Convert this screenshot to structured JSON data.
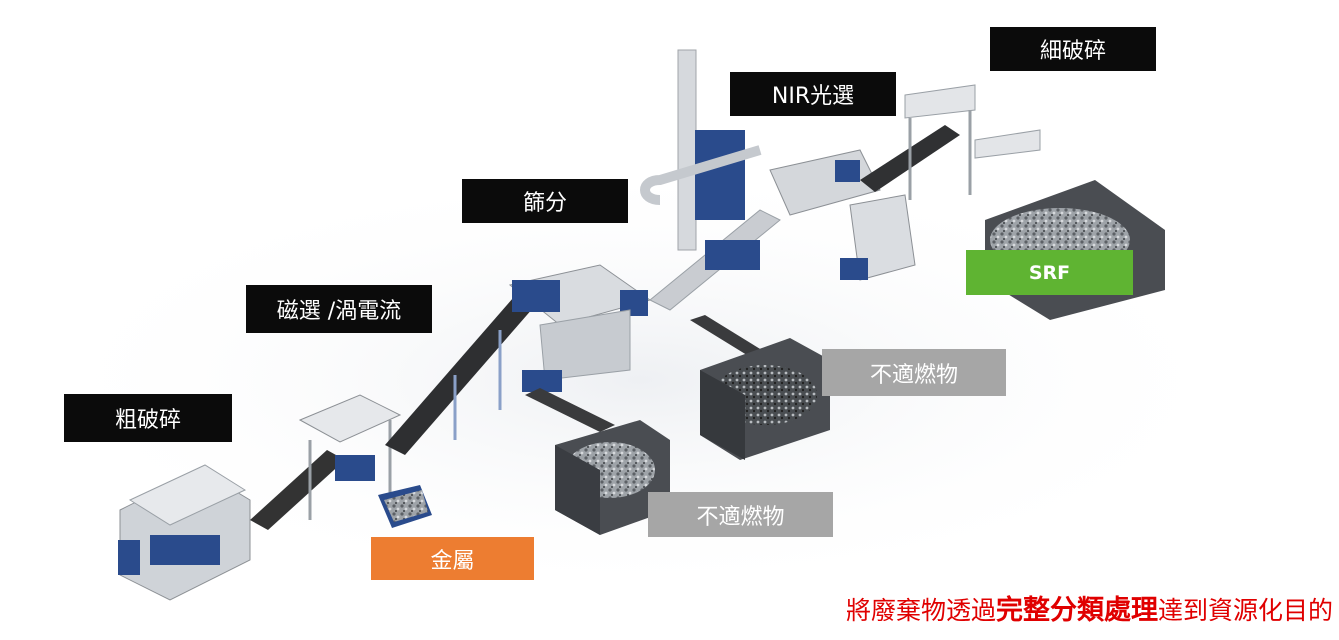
{
  "labels": {
    "coarse_shred": "粗破碎",
    "magnetic_eddy": "磁選 /渦電流",
    "screening": "篩分",
    "nir_sorting": "NIR光選",
    "fine_shred": "細破碎",
    "srf": "SRF",
    "unfit_fuel_1": "不適燃物",
    "unfit_fuel_2": "不適燃物",
    "metal": "金屬"
  },
  "caption": {
    "prefix": "將廢棄物透過",
    "emphasis": "完整分類處理",
    "suffix": "達到資源化目的"
  },
  "colors": {
    "label_dark": "#0b0b0b",
    "label_grey": "#a6a6a6",
    "label_orange": "#ed7d31",
    "label_green": "#5fb432",
    "caption": "#e00000",
    "machine_blue": "#2a4b8c"
  }
}
